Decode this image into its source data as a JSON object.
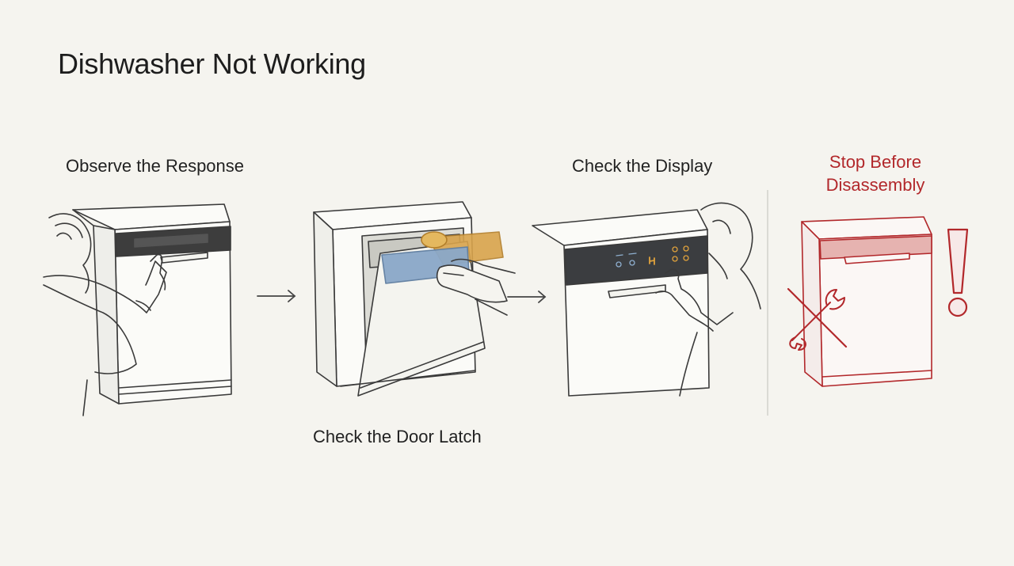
{
  "title": "Dishwasher Not Working",
  "steps": [
    {
      "label": "Observe the Response"
    },
    {
      "label": "Check the Door Latch"
    },
    {
      "label": "Check the Display"
    },
    {
      "label_line1": "Stop Before",
      "label_line2": "Disassembly"
    }
  ],
  "colors": {
    "ink": "#3a3a3a",
    "warning": "#b2282b",
    "latch_orange": "#d9a44c",
    "latch_blue": "#8aa8c9",
    "display_glow": "#e0a23c",
    "background": "#f5f4ef"
  }
}
